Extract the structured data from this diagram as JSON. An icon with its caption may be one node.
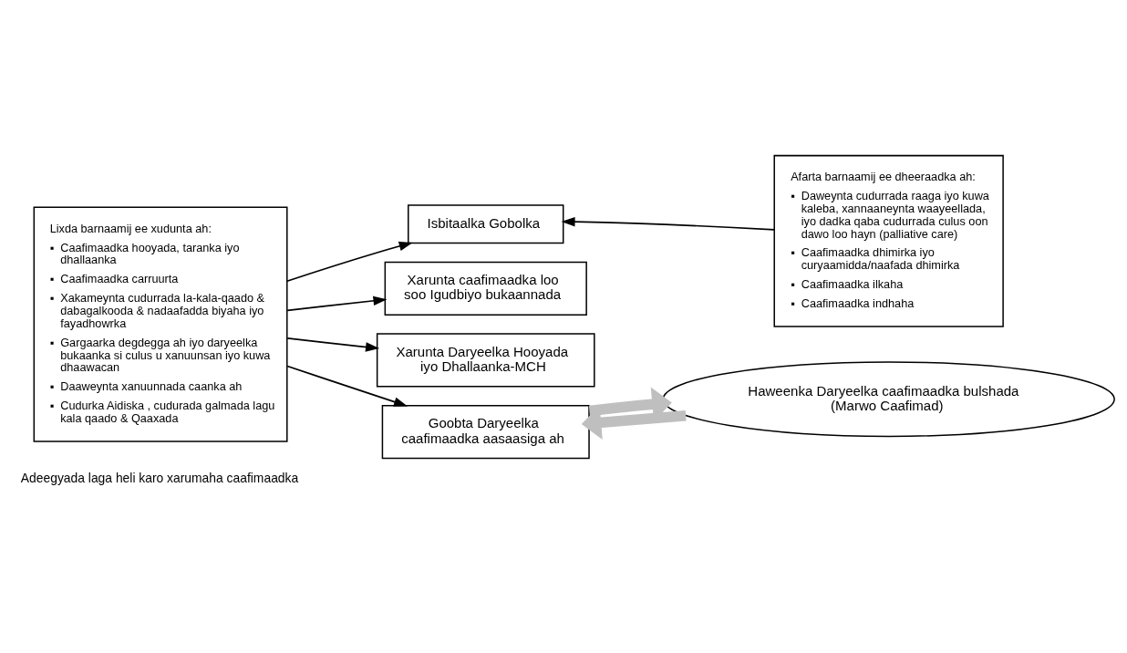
{
  "diagram": {
    "nodes": [
      {
        "text": [
          "Lixda barnaamij ee xudunta ah:",
          "▪ Caafimaadka hooyada, taranka iyo dhallaanka",
          "▪ Caafimaadka carruurta",
          "▪ Xakameynta cudurrada la-kala-qaado & dabagalkooda & nadaafadda biyaha iyo fayadhowrka",
          "▪ Gargaarka degdegga ah iyo daryeelka bukaanka si culus u xanuunsan iyo kuwa dhaawacan",
          "▪ Daaweynta xanuunnada caanka ah",
          "▪ Cudurka Aidiska , cudurada galmada lagu kala qaado & Qaaxada"
        ]
      },
      {
        "text": [
          "Isbitaalka Gobolka"
        ]
      },
      {
        "text": [
          "Xarunta caafimaadka loo soo Igudbiyo bukaannada"
        ]
      },
      {
        "text": [
          "Xarunta Daryeelka Hooyada iyo Dhallaanka-MCH"
        ]
      },
      {
        "text": [
          "Goobta Daryeelka caafimaadka aasaasiga ah"
        ]
      },
      {
        "text": [
          "Afarta barnaamij ee dheeraadka ah:",
          "▪ Daweynta cudurrada raaga iyo kuwa kaleba, xannaaneynta waayeellada, iyo dadka qaba cudurrada culus oon dawo loo hayn (palliative care)",
          "▪ Caafimaadka dhimirka iyo curyaamidda/naafada dhimirka",
          "▪ Caafimaadka ilkaha",
          "▪ Caafimaadka indhaha"
        ]
      },
      {
        "text": [
          "Haweenka Daryeelka caafimaadka bulshada (Marwo Caafimad)"
        ]
      }
    ],
    "edges": [
      {
        "from": 0,
        "to": 1,
        "arrow": "to"
      },
      {
        "from": 0,
        "to": 2,
        "arrow": "to"
      },
      {
        "from": 0,
        "to": 3,
        "arrow": "to"
      },
      {
        "from": 0,
        "to": 4,
        "arrow": "to"
      },
      {
        "from": 5,
        "to": 1,
        "arrow": "to"
      },
      {
        "from": 6,
        "to": 4,
        "arrow": "to",
        "style": "thick",
        "color": "#bfbfbf"
      },
      {
        "from": 4,
        "to": 6,
        "arrow": "to",
        "style": "thick",
        "color": "#bfbfbf"
      }
    ],
    "labels": [
      "Adeegyada laga heli karo xarumaha caafimaadka"
    ]
  }
}
